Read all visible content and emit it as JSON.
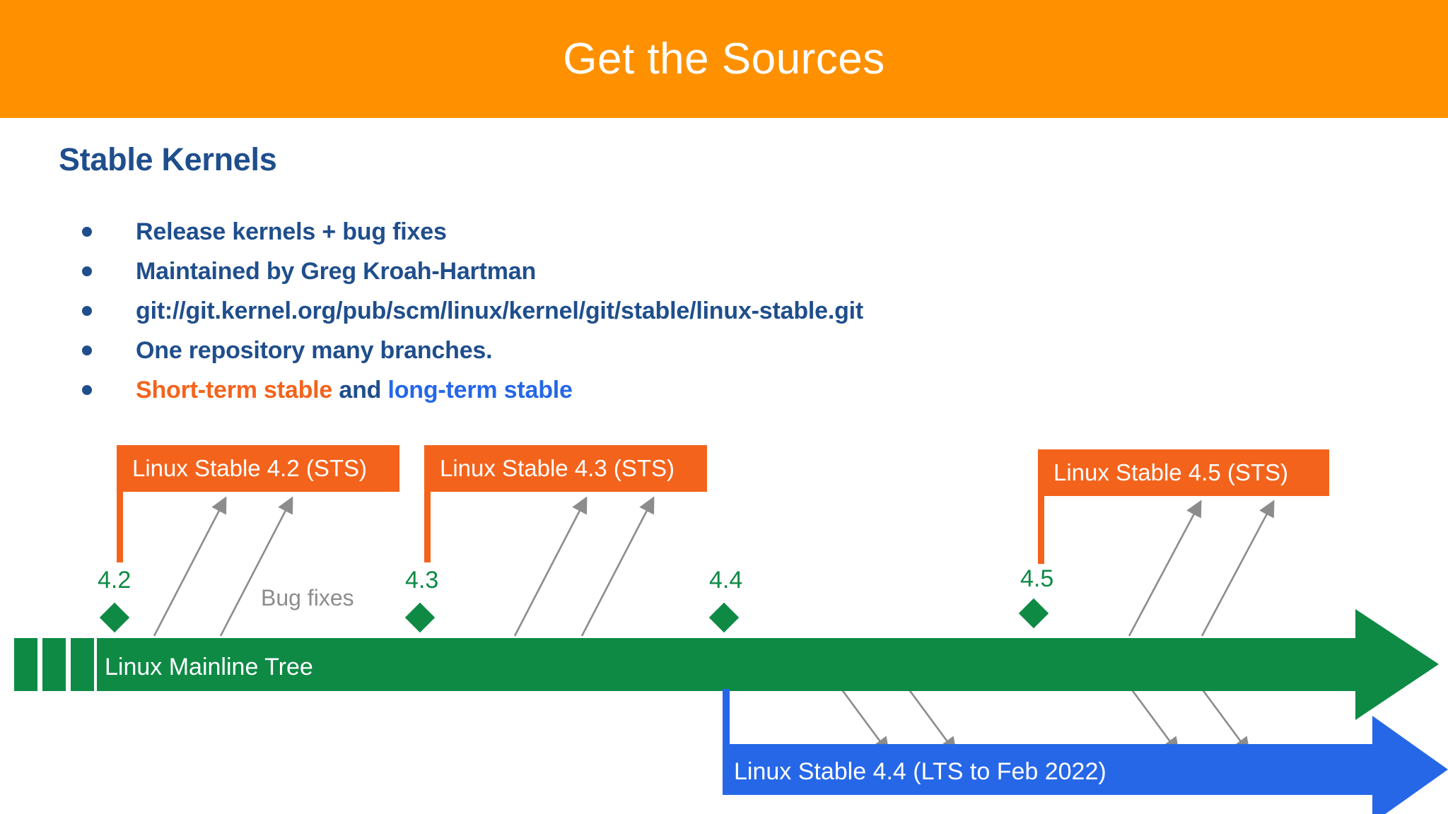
{
  "slide": {
    "title": "Get the Sources",
    "heading": "Stable Kernels"
  },
  "bullets": [
    {
      "text": "Release kernels + bug fixes"
    },
    {
      "text": "Maintained by Greg Kroah-Hartman"
    },
    {
      "text": "git://git.kernel.org/pub/scm/linux/kernel/git/stable/linux-stable.git"
    },
    {
      "text": "One repository many branches."
    }
  ],
  "bullet_mixed": {
    "short_term": "Short-term stable",
    "connector": " and ",
    "long_term": "long-term stable"
  },
  "diagram": {
    "sts_boxes": [
      {
        "label": "Linux Stable 4.2 (STS)"
      },
      {
        "label": "Linux Stable 4.3 (STS)"
      },
      {
        "label": "Linux Stable 4.5 (STS)"
      }
    ],
    "version_labels": [
      "4.2",
      "4.3",
      "4.4",
      "4.5"
    ],
    "bug_fixes_label": "Bug fixes",
    "mainline_label": "Linux Mainline Tree",
    "lts_label": "Linux Stable 4.4 (LTS to Feb 2022)"
  },
  "colors": {
    "header_orange": "#FF9100",
    "sts_orange": "#F4631C",
    "mainline_green": "#0E8A45",
    "lts_blue": "#2667E8",
    "heading_navy": "#1F4E8C",
    "arrow_gray": "#8C8C8C"
  }
}
